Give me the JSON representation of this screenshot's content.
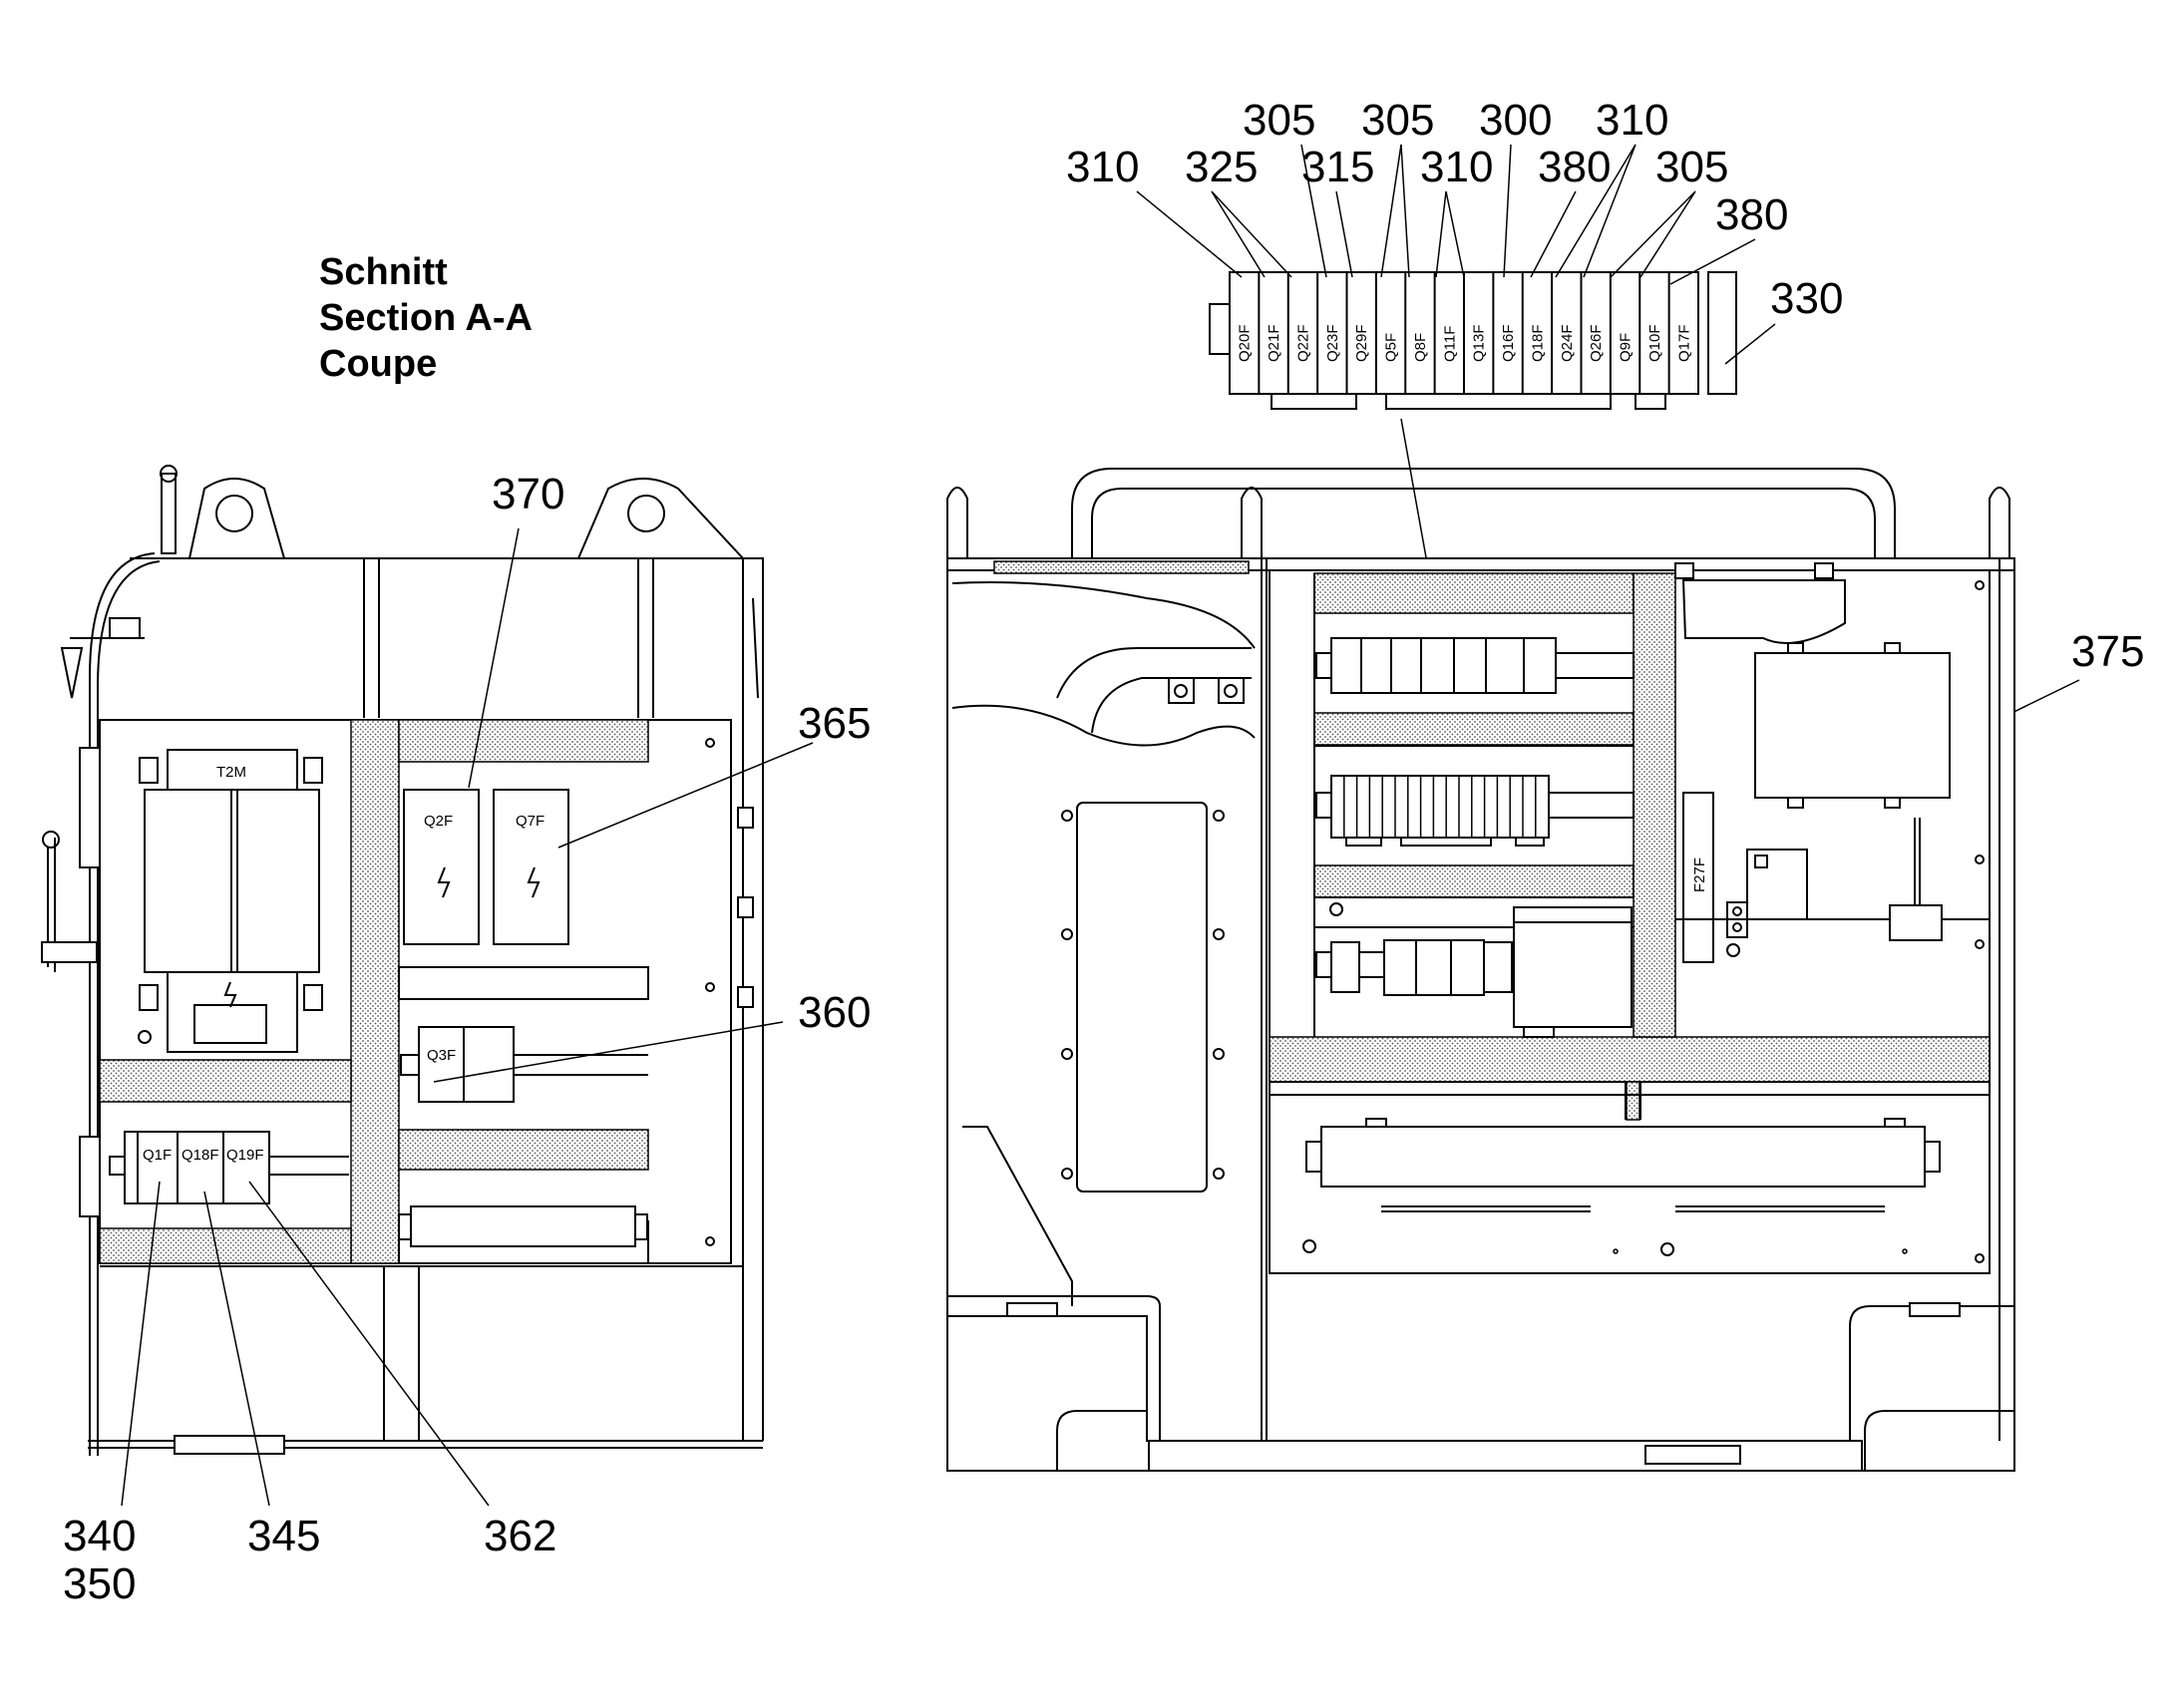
{
  "section_title": {
    "line1": "Schnitt",
    "line2": "Section  A-A",
    "line3": "Coupe"
  },
  "left_view": {
    "transformer_label": "T2M",
    "breakers_upper": [
      "Q2F",
      "Q7F"
    ],
    "breaker_mid": "Q3F",
    "breakers_lower": [
      "Q1F",
      "Q18F",
      "Q19F"
    ],
    "callouts": [
      "370",
      "365",
      "360",
      "340",
      "350",
      "345",
      "362"
    ]
  },
  "right_view": {
    "breaker_strip": [
      "Q20F",
      "Q21F",
      "Q22F",
      "Q23F",
      "Q29F",
      "Q5F",
      "Q8F",
      "Q11F",
      "Q13F",
      "Q16F",
      "Q18F",
      "Q24F",
      "Q26F",
      "Q9F",
      "Q10F",
      "Q17F"
    ],
    "fuse_label": "F27F",
    "callouts_top": [
      "305",
      "305",
      "300",
      "310",
      "310",
      "325",
      "315",
      "310",
      "380",
      "305",
      "380",
      "330"
    ],
    "callout_side": "375"
  }
}
